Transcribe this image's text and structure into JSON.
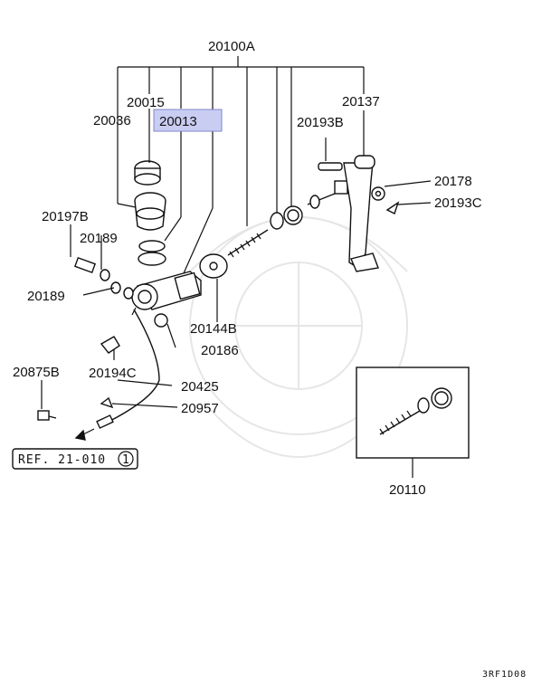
{
  "labels": {
    "p20100A": "20100A",
    "p20015": "20015",
    "p20013": "20013",
    "p20036": "20036",
    "p20137": "20137",
    "p20193B": "20193B",
    "p20178": "20178",
    "p20193C": "20193C",
    "p20197B": "20197B",
    "p20189a": "20189",
    "p20189b": "20189",
    "p20144B": "20144B",
    "p20186": "20186",
    "p20194C": "20194C",
    "p20875B": "20875B",
    "p20425": "20425",
    "p20957": "20957",
    "p20110": "20110"
  },
  "reference": {
    "text": "REF. 21-010",
    "circled_number": "1"
  },
  "diagram_code": "3RF1D08",
  "colors": {
    "highlight_fill": "#c9cdf2",
    "highlight_border": "#7f87c9",
    "line": "#111111",
    "watermark": "#e6e6e6"
  }
}
